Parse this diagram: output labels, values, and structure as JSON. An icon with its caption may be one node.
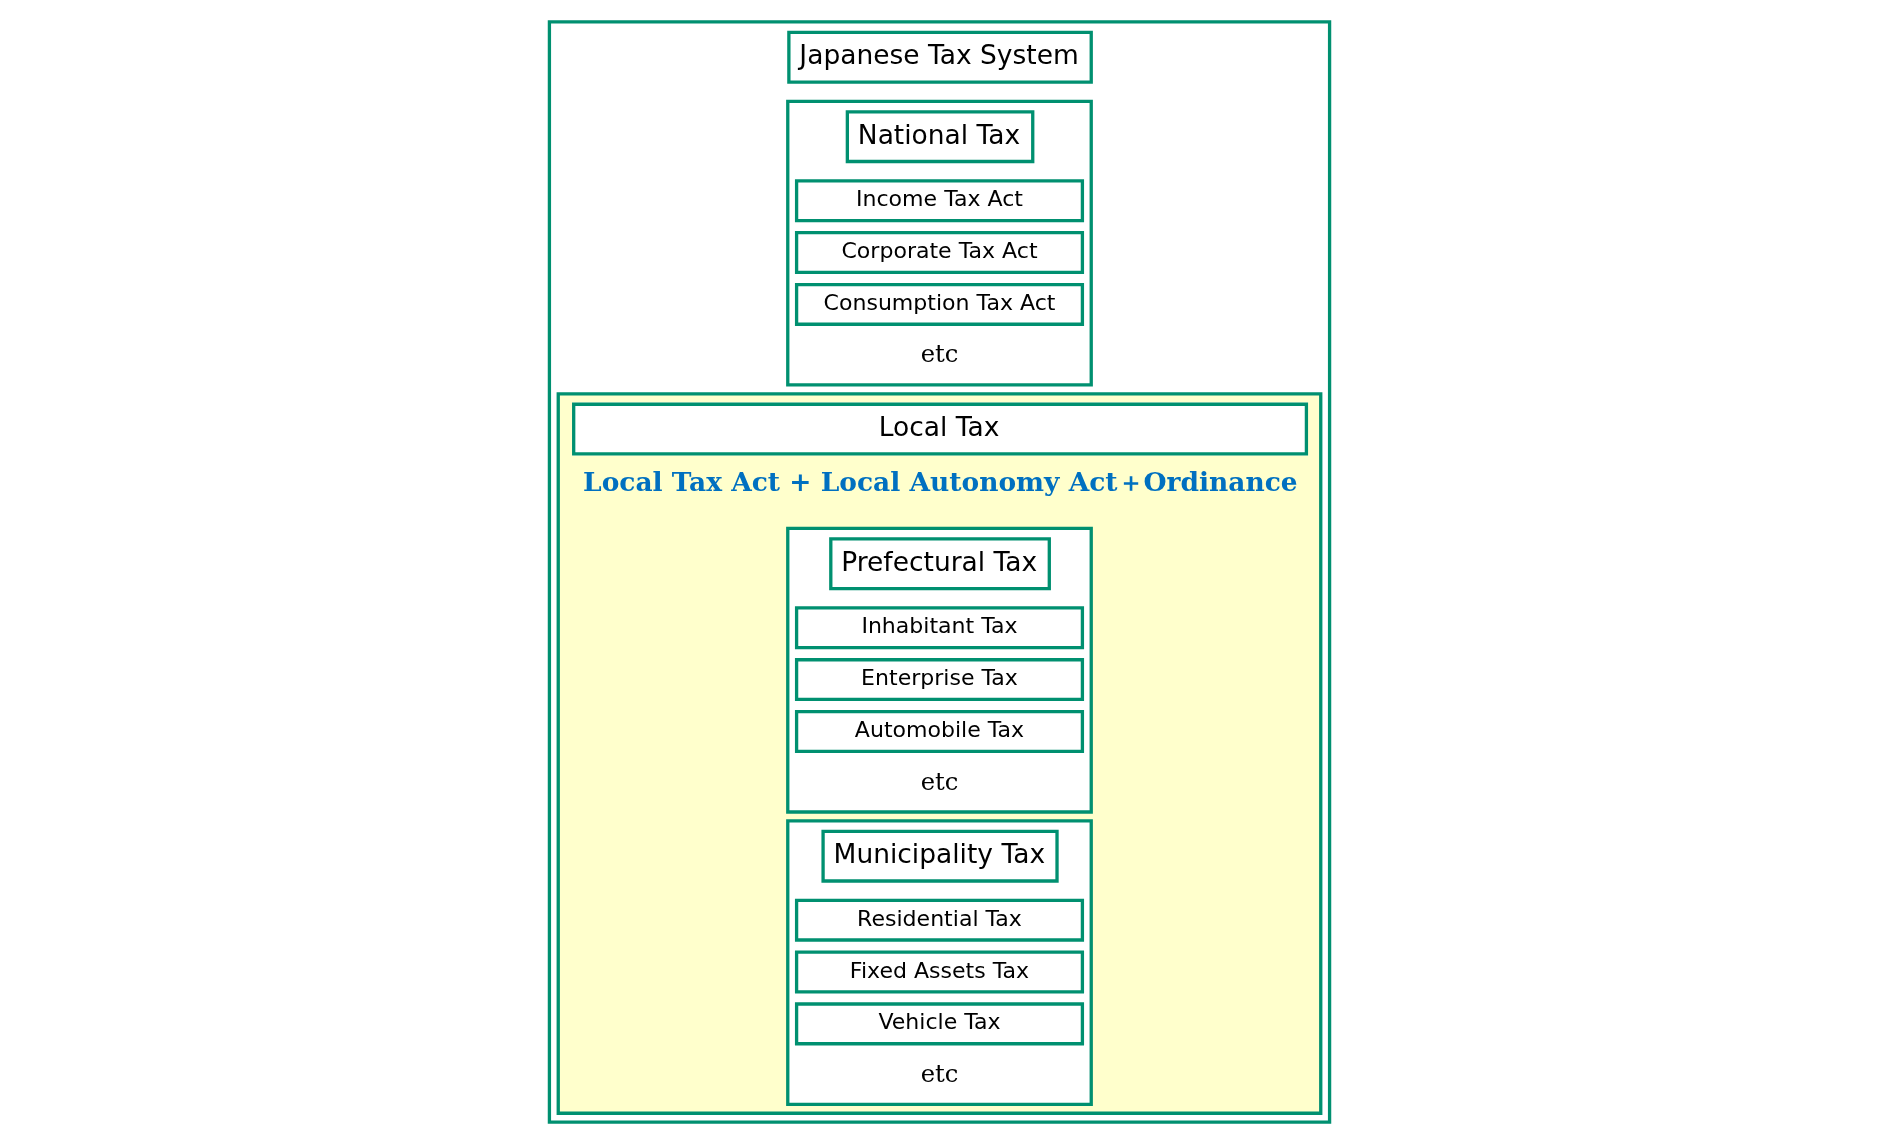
{
  "diagram": {
    "nodes": [
      {
        "text": [
          "Japanese Tax System"
        ]
      },
      {
        "text": [
          "National Tax"
        ],
        "in": 0,
        "beside": [
          "etc"
        ]
      },
      {
        "text": [
          "Income Tax Act"
        ],
        "in": 1
      },
      {
        "text": [
          "Corporate Tax Act"
        ],
        "in": 1
      },
      {
        "text": [
          "Consumption Tax Act"
        ],
        "in": 1
      },
      {
        "text": [
          "Local Tax",
          "Local Tax Act + Local Autonomy Act＋Ordinance"
        ],
        "in": 0
      },
      {
        "text": [
          "Prefectural Tax"
        ],
        "in": 5,
        "beside": [
          "etc"
        ]
      },
      {
        "text": [
          "Inhabitant Tax"
        ],
        "in": 6
      },
      {
        "text": [
          "Enterprise Tax"
        ],
        "in": 6
      },
      {
        "text": [
          "Automobile Tax"
        ],
        "in": 6
      },
      {
        "text": [
          "Municipality Tax"
        ],
        "in": 5,
        "beside": [
          "etc"
        ]
      },
      {
        "text": [
          "Residential Tax"
        ],
        "in": 10
      },
      {
        "text": [
          "Fixed Assets Tax"
        ],
        "in": 10
      },
      {
        "text": [
          "Vehicle Tax"
        ],
        "in": 10
      }
    ]
  }
}
